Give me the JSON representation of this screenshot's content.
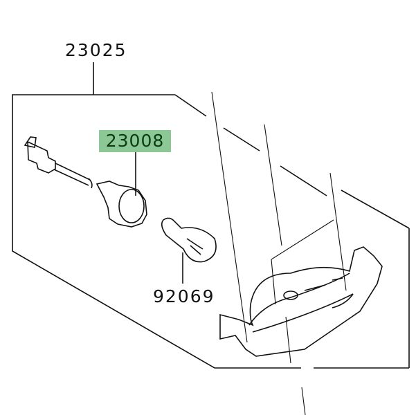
{
  "diagram": {
    "parts": [
      {
        "number": "23025",
        "highlighted": false
      },
      {
        "number": "23008",
        "highlighted": true
      },
      {
        "number": "92069",
        "highlighted": false
      }
    ],
    "highlight_color": "#8cc896"
  }
}
